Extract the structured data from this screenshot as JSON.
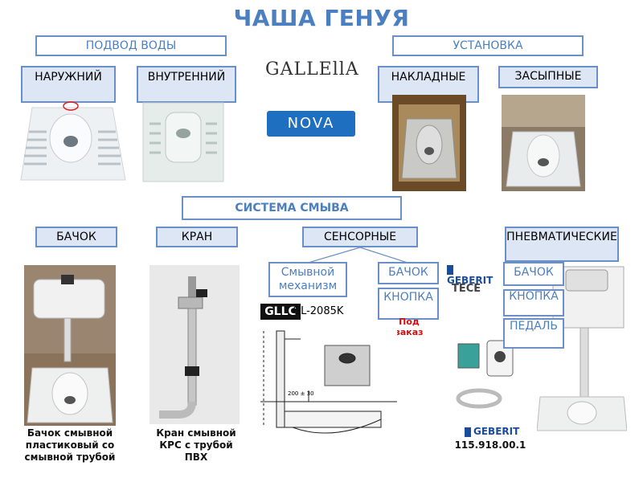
{
  "title": "ЧАША ГЕНУЯ",
  "sections": {
    "water_supply": "ПОДВОД ВОДЫ",
    "installation": "УСТАНОВКА",
    "flush_system": "СИСТЕМА СМЫВА"
  },
  "water_supply": {
    "external": "НАРУЖНИЙ",
    "internal": "ВНУТРЕННИЙ"
  },
  "installation": {
    "overlay": "НАКЛАДНЫЕ",
    "backfill": "ЗАСЫПНЫЕ"
  },
  "brands": {
    "gallella": "GALLEllA",
    "nova": "NOVA"
  },
  "flush": {
    "tank": "БАЧОК",
    "tap": "КРАН",
    "sensor": "СЕНСОРНЫЕ",
    "pneumatic": "ПНЕВМАТИЧЕСКИЕ"
  },
  "sensor_sub": {
    "mechanism": "Смывной механизм",
    "tank": "БАЧОК",
    "button": "КНОПКА",
    "on_order": "Под заказ"
  },
  "pneumatic_sub": {
    "tank": "БАЧОК",
    "button": "КНОПКА",
    "pedal": "ПЕДАЛЬ"
  },
  "gllc": {
    "logo": "GLLC",
    "model": "GL-2085K",
    "dim": "200 ± 30"
  },
  "geberit": {
    "top": "GEBERIT",
    "bottom": "GEBERIT",
    "code": "115.918.00.1"
  },
  "tece": "TECE",
  "captions": {
    "tank": "Бачок смывной пластиковый со смывной трубой",
    "tap": "Кран смывной КРС с трубой ПВХ"
  }
}
